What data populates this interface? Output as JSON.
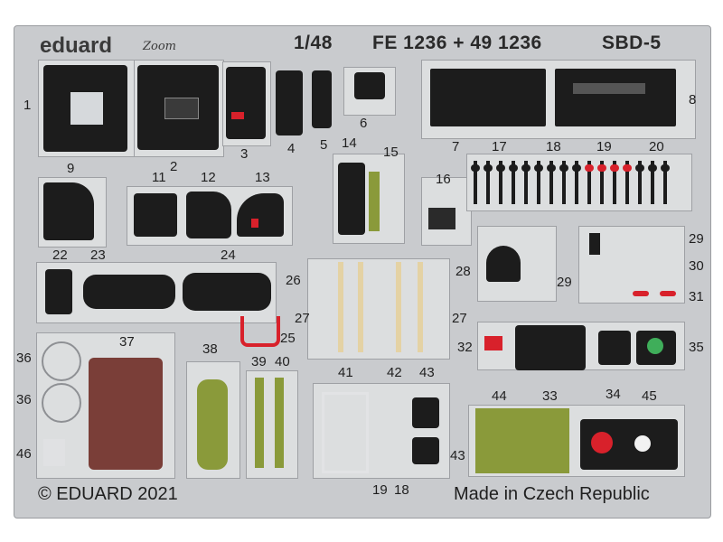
{
  "header": {
    "brand": "eduard",
    "brand_sub": "Zoom",
    "scale": "1/48",
    "code": "FE 1236 + 49 1236",
    "model": "SBD-5"
  },
  "footer": {
    "copyright": "© EDUARD 2021",
    "origin": "Made in Czech Republic"
  },
  "labels": {
    "n1": "1",
    "n2": "2",
    "n3": "3",
    "n4": "4",
    "n5": "5",
    "n6": "6",
    "n7": "7",
    "n8": "8",
    "n9": "9",
    "n11": "11",
    "n12": "12",
    "n13": "13",
    "n14": "14",
    "n15": "15",
    "n16": "16",
    "n17": "17",
    "n18": "18",
    "n19": "19",
    "n20": "20",
    "n22": "22",
    "n23": "23",
    "n24": "24",
    "n25": "25",
    "n26": "26",
    "n27a": "27",
    "n27b": "27",
    "n28": "28",
    "n29a": "29",
    "n29b": "29",
    "n30": "30",
    "n31": "31",
    "n32": "32",
    "n33": "33",
    "n34": "34",
    "n35": "35",
    "n36a": "36",
    "n36b": "36",
    "n37": "37",
    "n38": "38",
    "n39": "39",
    "n40": "40",
    "n41": "41",
    "n42": "42",
    "n43a": "43",
    "n43b": "43",
    "n44": "44",
    "n45": "45",
    "n46": "46",
    "n19b": "19",
    "n18b": "18"
  },
  "colors": {
    "fret": "#c9cbce",
    "panel_black": "#1c1c1c",
    "olive": "#8a9a3a",
    "maroon": "#7a3e38",
    "red": "#d8212b",
    "tan": "#e4d2a4"
  }
}
